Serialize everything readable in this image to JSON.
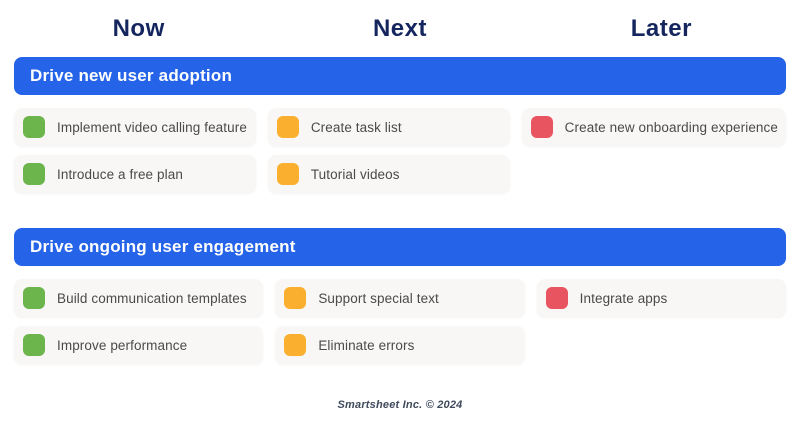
{
  "colors": {
    "accent_blue": "#2563e8",
    "navy_heading": "#15265e",
    "green": "#6cb54d",
    "orange": "#fbaf2e",
    "red": "#e8545f",
    "card_bg": "#f8f7f5",
    "card_text": "#4a4a4a"
  },
  "header": {
    "columns": [
      "Now",
      "Next",
      "Later"
    ]
  },
  "lanes": [
    {
      "title": "Drive new user adoption",
      "columns": [
        {
          "cards": [
            {
              "label": "Implement video calling feature",
              "color": "#6cb54d"
            },
            {
              "label": "Introduce a free plan",
              "color": "#6cb54d"
            }
          ]
        },
        {
          "cards": [
            {
              "label": "Create task list",
              "color": "#fbaf2e"
            },
            {
              "label": "Tutorial videos",
              "color": "#fbaf2e"
            }
          ]
        },
        {
          "cards": [
            {
              "label": "Create new onboarding experience",
              "color": "#e8545f"
            }
          ]
        }
      ]
    },
    {
      "title": "Drive ongoing user engagement",
      "columns": [
        {
          "cards": [
            {
              "label": "Build communication templates",
              "color": "#6cb54d"
            },
            {
              "label": "Improve performance",
              "color": "#6cb54d"
            }
          ]
        },
        {
          "cards": [
            {
              "label": "Support special text",
              "color": "#fbaf2e"
            },
            {
              "label": "Eliminate errors",
              "color": "#fbaf2e"
            }
          ]
        },
        {
          "cards": [
            {
              "label": "Integrate apps",
              "color": "#e8545f"
            }
          ]
        }
      ]
    }
  ],
  "footer": {
    "text": "Smartsheet Inc. © 2024"
  }
}
